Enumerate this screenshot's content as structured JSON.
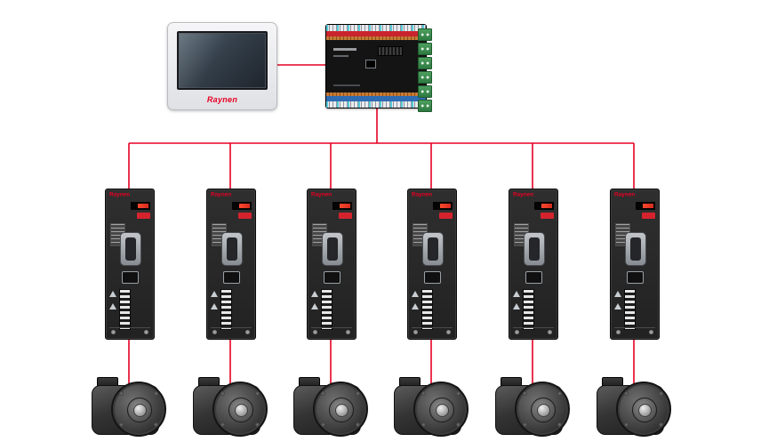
{
  "colors": {
    "connection_line": "#e60023",
    "brand_red": "#e60023",
    "plc_red_band": "#c9242e",
    "plc_blue_band": "#2f6cb3",
    "plc_terminal_green": "#3f9256"
  },
  "topology": {
    "hmi_count": 1,
    "plc_count": 1,
    "servo_drive_count": 6,
    "servo_motor_count": 6
  },
  "hmi": {
    "brand_label": "Raynen"
  },
  "drives": {
    "items": [
      {
        "brand_label": "Raynen"
      },
      {
        "brand_label": "Raynen"
      },
      {
        "brand_label": "Raynen"
      },
      {
        "brand_label": "Raynen"
      },
      {
        "brand_label": "Raynen"
      },
      {
        "brand_label": "Raynen"
      }
    ]
  },
  "motors": {
    "items": [
      {},
      {},
      {},
      {},
      {},
      {}
    ]
  }
}
